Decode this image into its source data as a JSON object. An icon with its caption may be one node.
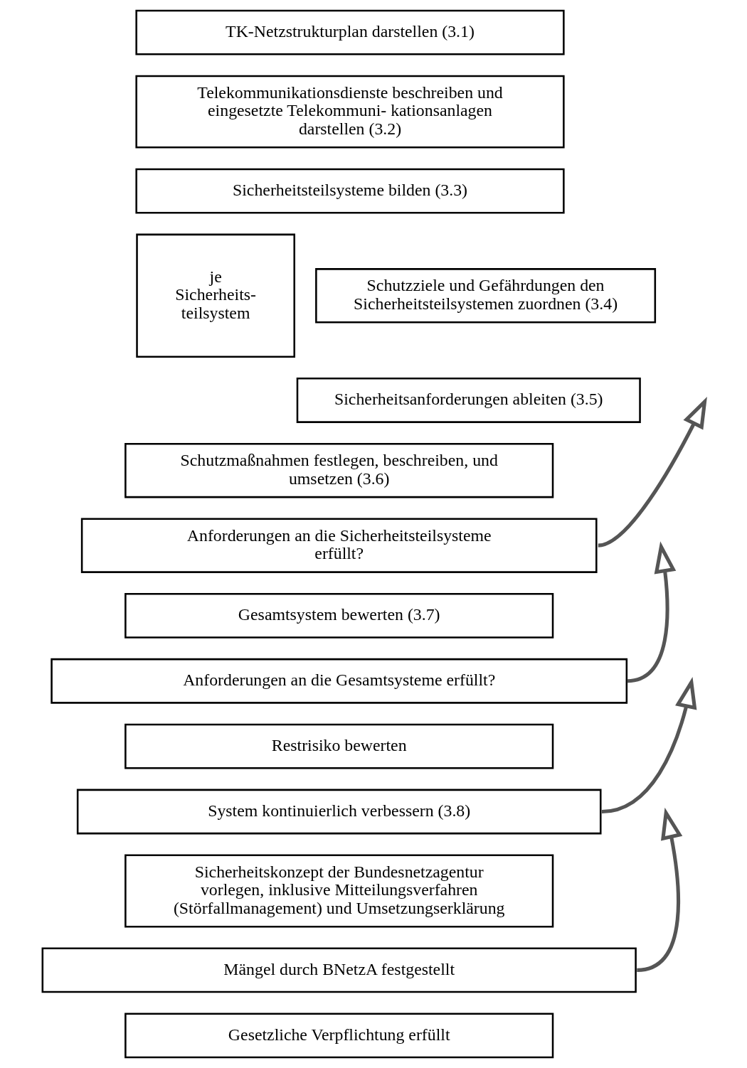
{
  "diagram": {
    "nodes": [
      {
        "text": [
          "TK-Netzstrukturplan darstellen (3.1)"
        ]
      },
      {
        "text": [
          "Telekommunikationsdienste beschreiben und eingesetzte Telekommuni- kationsanlagen darstellen (3.2)"
        ]
      },
      {
        "text": [
          "Sicherheitsteilsysteme bilden (3.3)"
        ]
      },
      {
        "text": [
          "je Sicherheits- teilsystem"
        ]
      },
      {
        "text": [
          "Schutzziele und Gefährdungen den Sicherheitsteilsystemen zuordnen (3.4)"
        ]
      },
      {
        "text": [
          "Sicherheitsanforderungen ableiten (3.5)"
        ]
      },
      {
        "text": [
          "Schutzmaßnahmen festlegen, beschreiben, und umsetzen (3.6)"
        ]
      },
      {
        "text": [
          "Anforderungen an die Sicherheitsteilsysteme erfüllt?"
        ]
      },
      {
        "text": [
          "Gesamtsystem bewerten (3.7)"
        ]
      },
      {
        "text": [
          "Anforderungen an die Gesamtsysteme erfüllt?"
        ]
      },
      {
        "text": [
          "Restrisiko bewerten"
        ]
      },
      {
        "text": [
          "System kontinuierlich verbessern (3.8)"
        ]
      },
      {
        "text": [
          "Sicherheitskonzept der Bundesnetzagentur vorlegen, inklusive Mitteilungsverfahren (Störfallmanagement) und Umsetzungserklärung"
        ]
      },
      {
        "text": [
          "Mängel durch BNetzA festgestellt"
        ]
      },
      {
        "text": [
          "Gesetzliche Verpflichtung erfüllt"
        ]
      }
    ],
    "edges": [
      {
        "from": 7,
        "to": null,
        "arrow": "to"
      },
      {
        "from": 9,
        "to": null,
        "arrow": "to"
      },
      {
        "from": 11,
        "to": null,
        "arrow": "to"
      },
      {
        "from": 13,
        "to": null,
        "arrow": "to"
      }
    ]
  }
}
